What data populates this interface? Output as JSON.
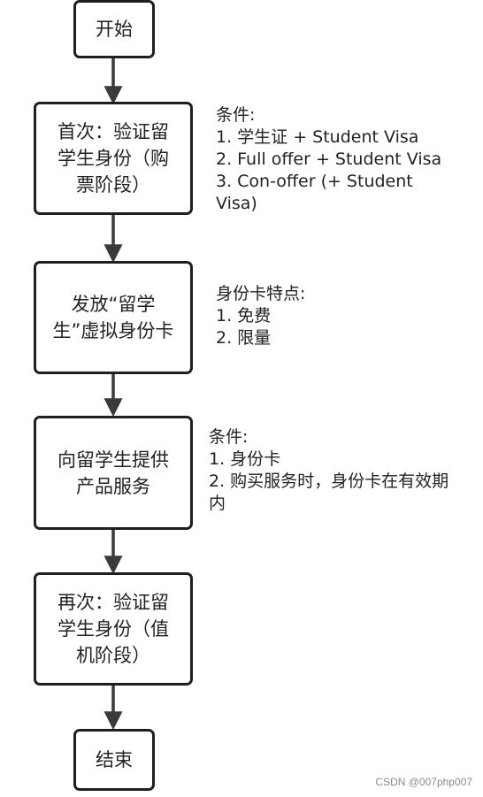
{
  "nodes": {
    "start": "开始",
    "step1": "首次：验证留学生身份（购票阶段）",
    "step2": "发放“留学生”虚拟身份卡",
    "step3": "向留学生提供产品服务",
    "step4": "再次：验证留学生身份（值机阶段）",
    "end": "结束"
  },
  "notes": {
    "note1": {
      "title": "条件:",
      "items": [
        "1. 学生证 + Student Visa",
        "2. Full offer + Student Visa",
        "3. Con-offer (+ Student Visa)"
      ]
    },
    "note2": {
      "title": "身份卡特点:",
      "items": [
        "1. 免费",
        "2. 限量"
      ]
    },
    "note3": {
      "title": "条件:",
      "items": [
        "1. 身份卡",
        "2. 购买服务时，身份卡在有效期内"
      ]
    }
  },
  "watermark": "CSDN @007php007"
}
